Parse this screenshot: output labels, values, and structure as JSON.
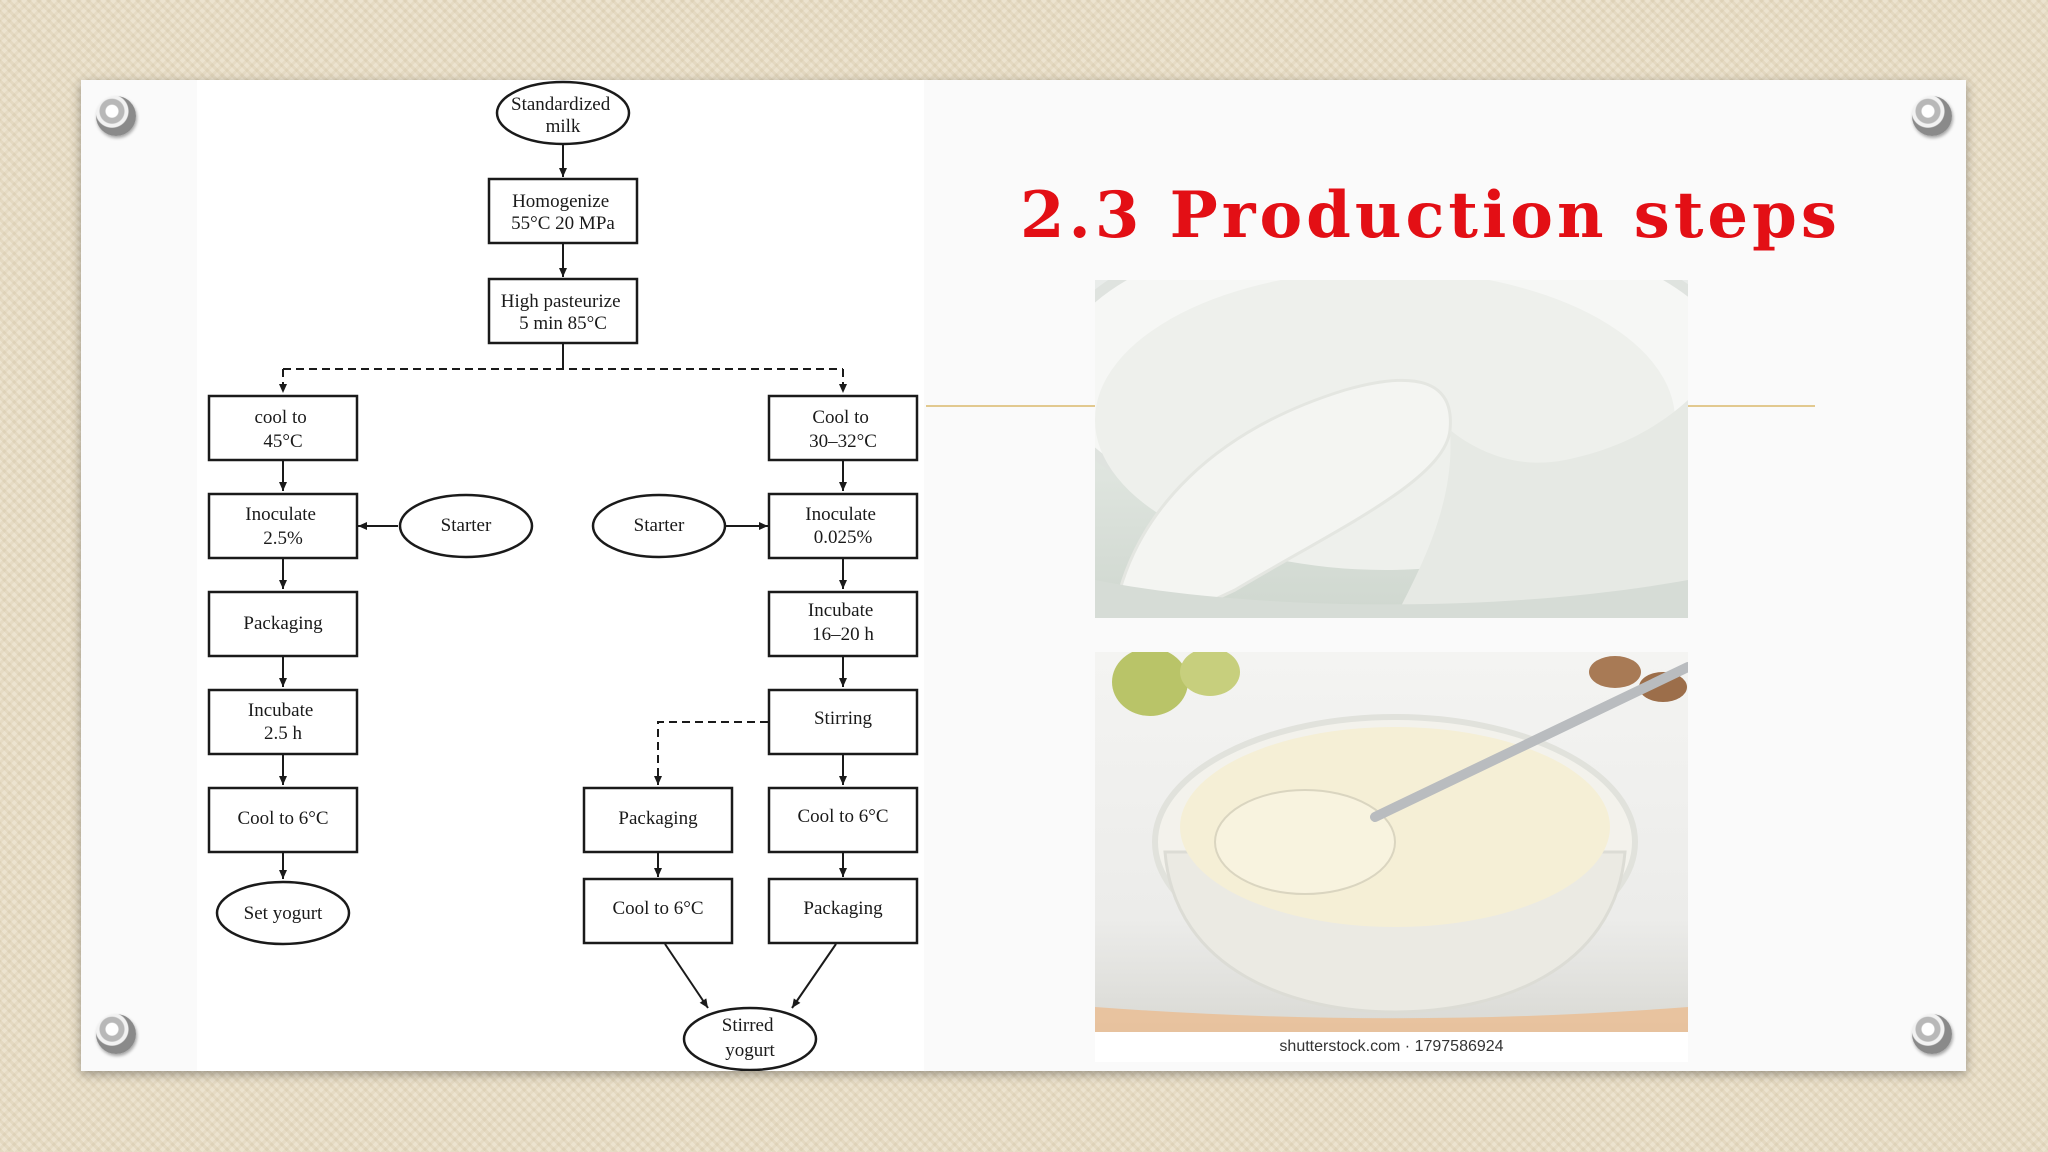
{
  "title": "2.3 Production steps",
  "accent_color": "#e30f15",
  "flowchart": {
    "start": [
      "Standardized",
      "milk"
    ],
    "homogenize": [
      "Homogenize",
      "55°C 20 MPa"
    ],
    "pasteurize": [
      "High pasteurize",
      "5 min 85°C"
    ],
    "set_branch": {
      "cool": [
        "cool to",
        "45°C"
      ],
      "starter": [
        "Starter"
      ],
      "inoculate": [
        "Inoculate",
        "2.5%"
      ],
      "packaging": [
        "Packaging"
      ],
      "incubate": [
        "Incubate",
        "2.5 h"
      ],
      "cool_final": [
        "Cool to 6°C"
      ],
      "end": [
        "Set yogurt"
      ]
    },
    "stirred_branch": {
      "cool": [
        "Cool to",
        "30–32°C"
      ],
      "starter": [
        "Starter"
      ],
      "inoculate": [
        "Inoculate",
        "0.025%"
      ],
      "incubate": [
        "Incubate",
        "16–20 h"
      ],
      "stirring": [
        "Stirring"
      ],
      "packaging_left": [
        "Packaging"
      ],
      "cool_left": [
        "Cool to 6°C"
      ],
      "cool_right": [
        "Cool to 6°C"
      ],
      "packaging_right": [
        "Packaging"
      ],
      "end": [
        "Stirred",
        "yogurt"
      ]
    }
  },
  "photo_caption": "shutterstock.com · 1797586924"
}
